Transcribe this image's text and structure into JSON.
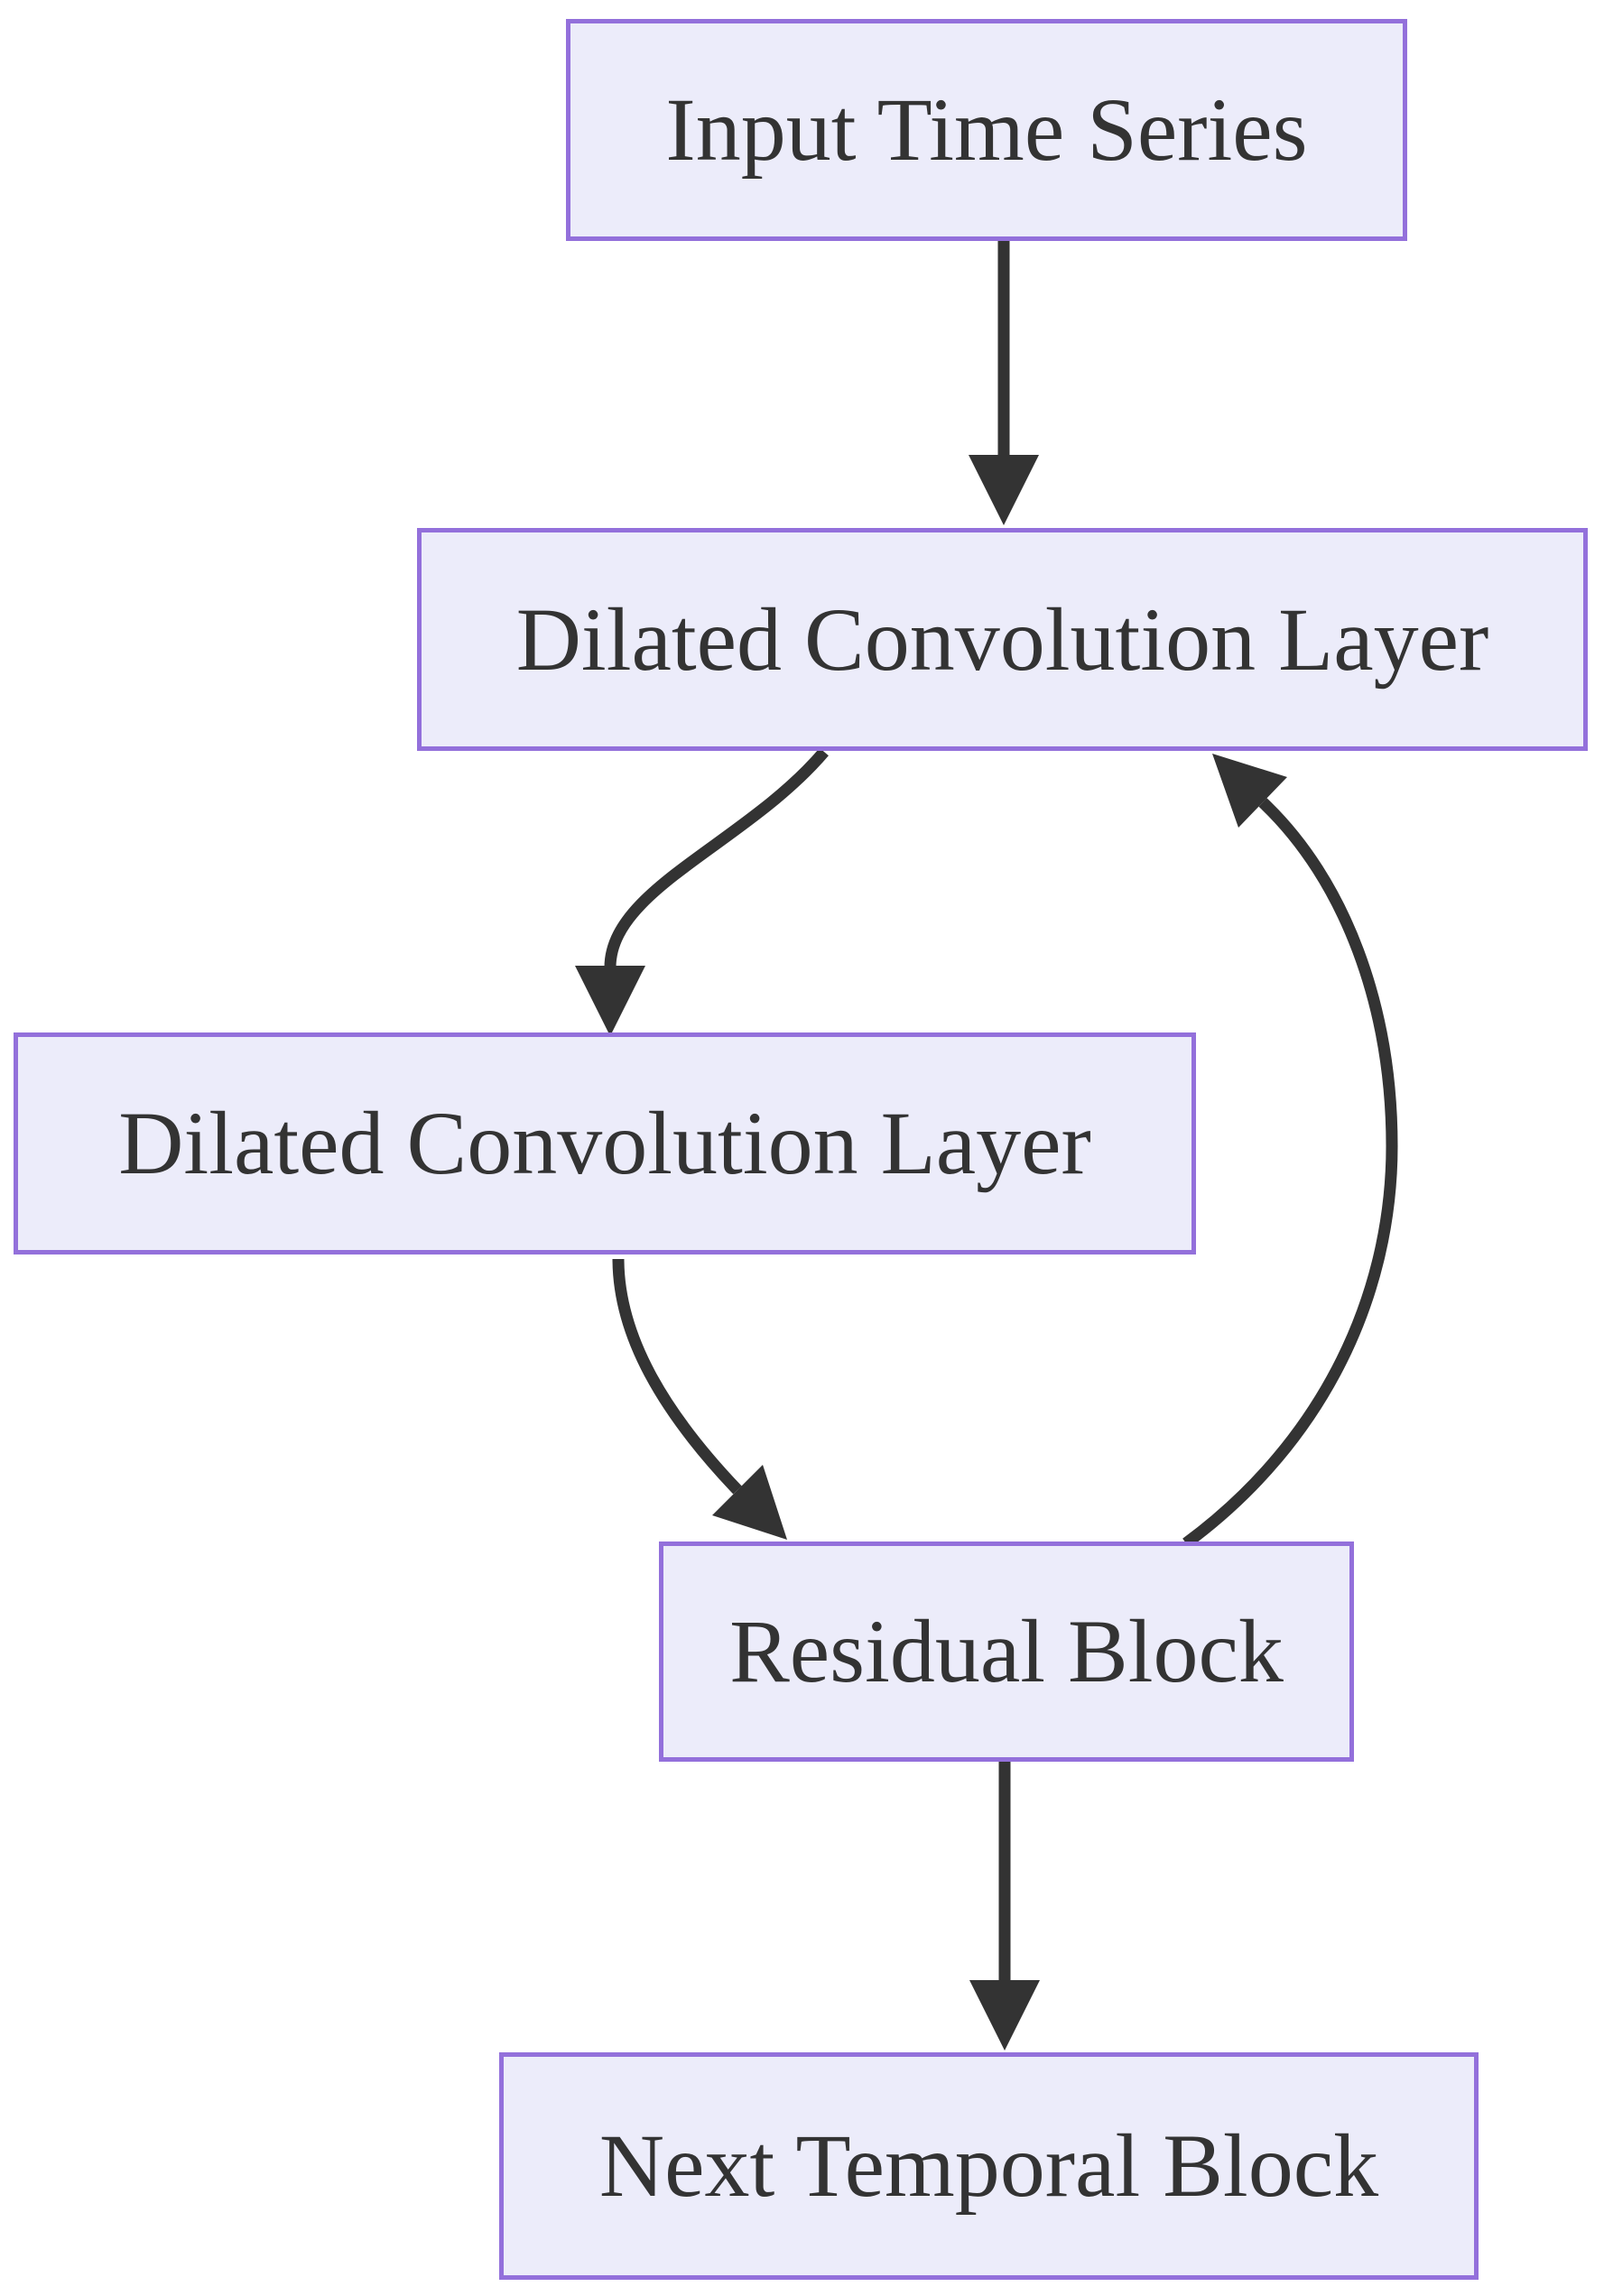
{
  "diagram": {
    "background_color": "#FFFFFF",
    "node_fill_color": "#ECECFA",
    "node_border_color": "#9370DB",
    "arrow_color": "#333333",
    "text_color": "#333333",
    "nodes": {
      "input": {
        "label": "Input Time Series"
      },
      "conv1": {
        "label": "Dilated Convolution Layer"
      },
      "conv2": {
        "label": "Dilated Convolution Layer"
      },
      "residual": {
        "label": "Residual Block"
      },
      "next": {
        "label": "Next Temporal Block"
      }
    },
    "edges": [
      {
        "from": "input",
        "to": "conv1",
        "shape": "straight"
      },
      {
        "from": "conv1",
        "to": "conv2",
        "shape": "curved"
      },
      {
        "from": "conv2",
        "to": "residual",
        "shape": "curved"
      },
      {
        "from": "residual",
        "to": "conv1",
        "shape": "curved-feedback"
      },
      {
        "from": "residual",
        "to": "next",
        "shape": "straight"
      }
    ]
  }
}
